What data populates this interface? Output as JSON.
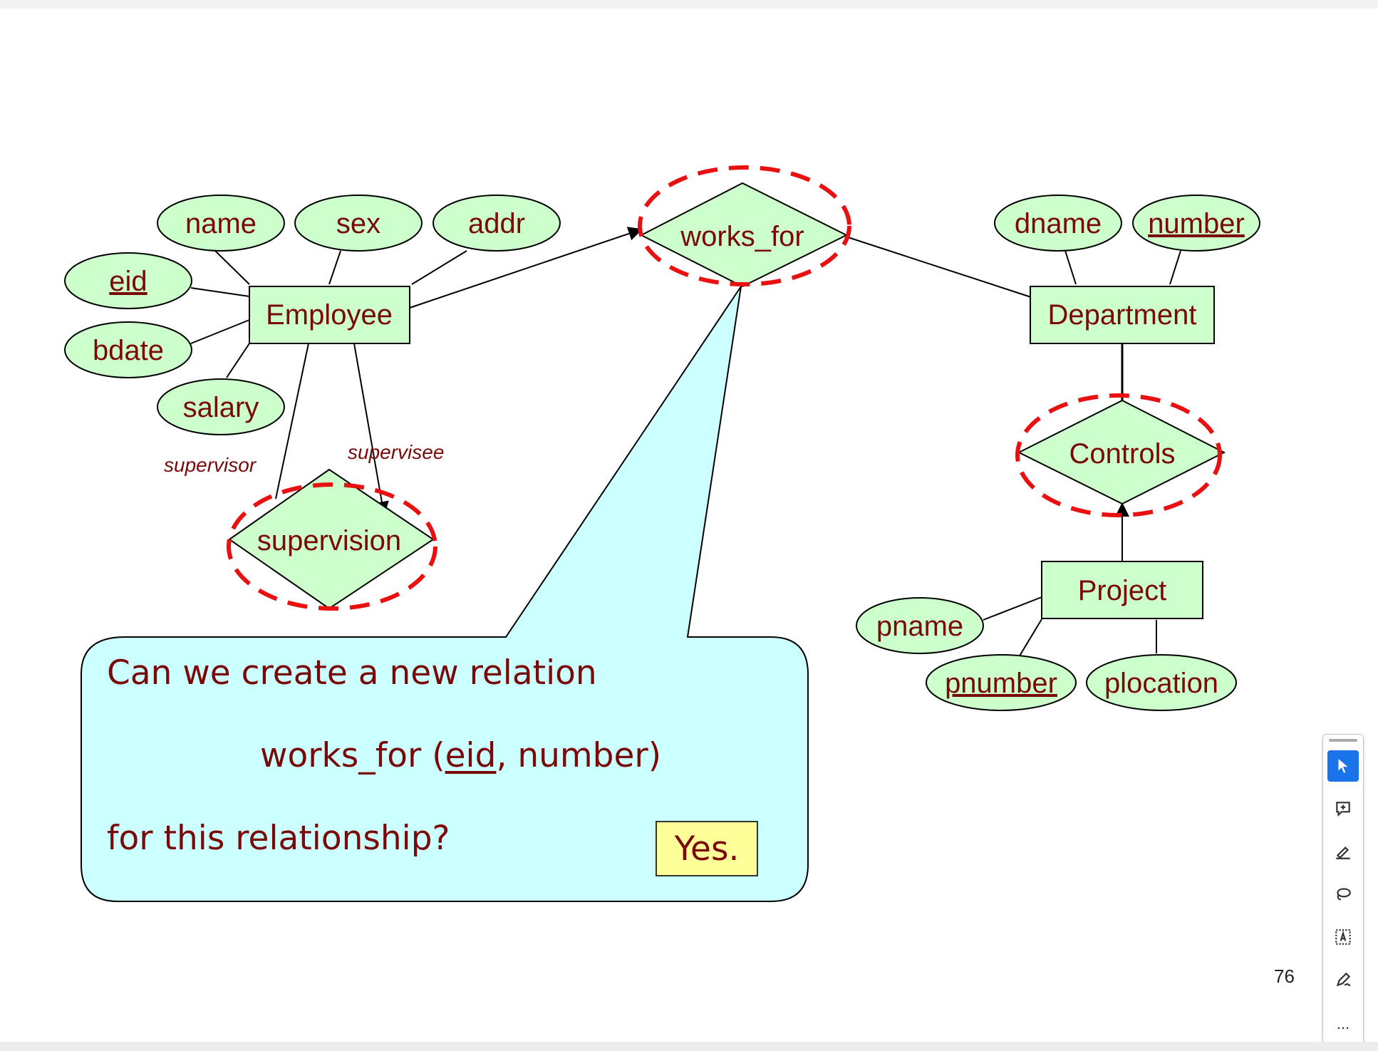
{
  "diagram": {
    "entities": {
      "employee": "Employee",
      "department": "Department",
      "project": "Project"
    },
    "relationships": {
      "works_for": "works_for",
      "supervision": "supervision",
      "controls": "Controls"
    },
    "attributes": {
      "name": "name",
      "sex": "sex",
      "addr": "addr",
      "eid": "eid",
      "bdate": "bdate",
      "salary": "salary",
      "dname": "dname",
      "number": "number",
      "pname": "pname",
      "pnumber": "pnumber",
      "plocation": "plocation"
    },
    "roles": {
      "supervisor": "supervisor",
      "supervisee": "supervisee"
    }
  },
  "callout": {
    "line1": "Can we create a new relation",
    "line2_prefix": "works_for (",
    "line2_key": "eid",
    "line2_suffix": ", number)",
    "line3": "for this relationship?",
    "answer": "Yes."
  },
  "page_number": "76",
  "toolbar": {
    "tools": [
      "select-icon",
      "add-comment-icon",
      "highlight-icon",
      "lasso-icon",
      "text-box-icon",
      "draw-icon",
      "more-icon"
    ],
    "more_label": "...",
    "active_color": "#1a73e8"
  },
  "colors": {
    "node_fill": "#ccffcc",
    "text": "#7a0a0a",
    "highlight": "#e81010",
    "callout_fill": "#ccffff",
    "answer_fill": "#ffff99"
  }
}
